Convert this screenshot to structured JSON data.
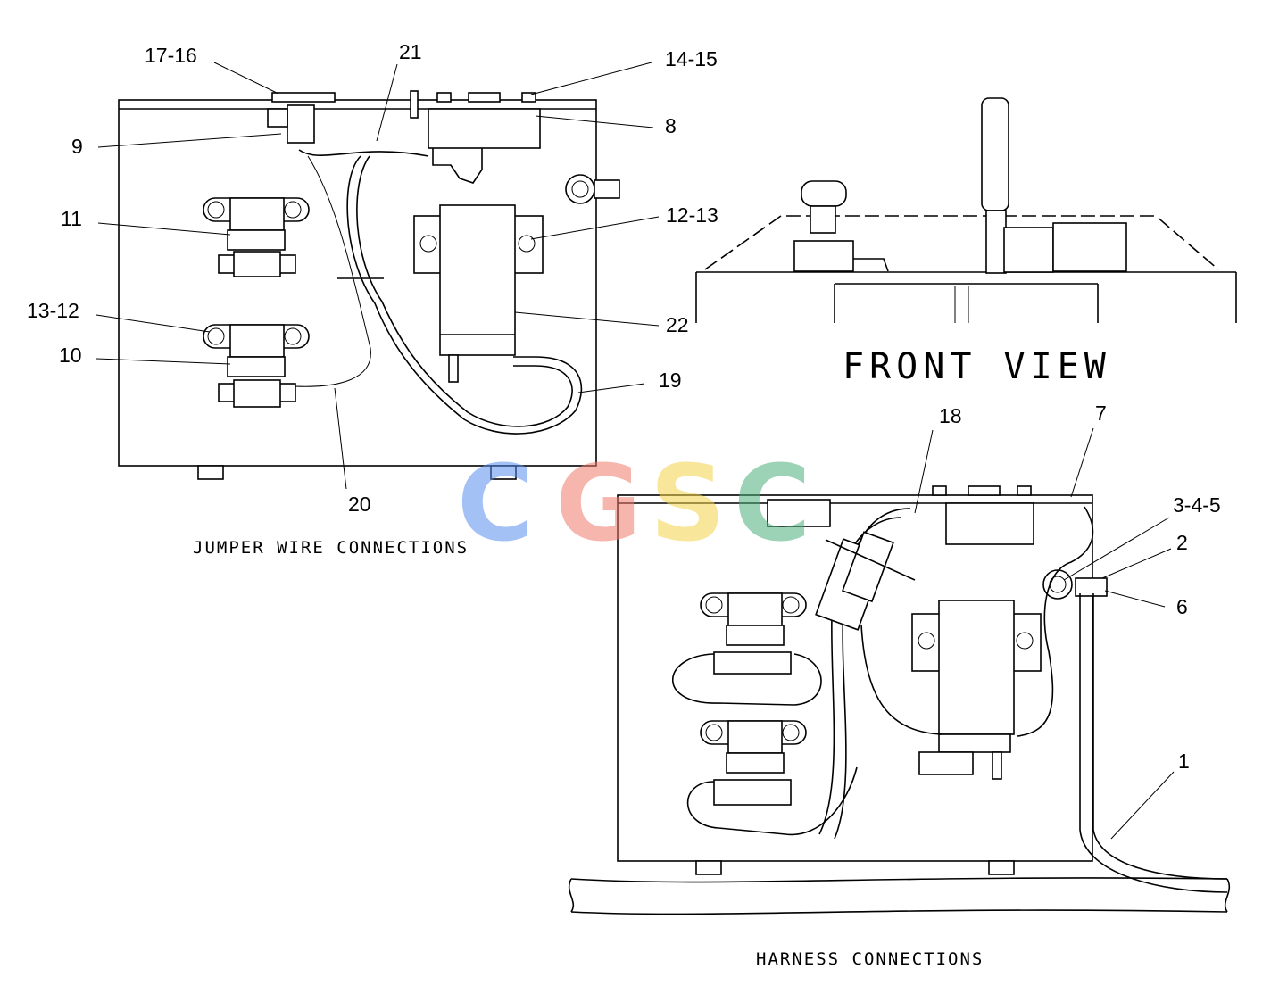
{
  "titles": {
    "jumper": "JUMPER WIRE CONNECTIONS",
    "front": "FRONT VIEW",
    "harness": "HARNESS CONNECTIONS"
  },
  "watermark": {
    "letters": [
      "C",
      "G",
      "S",
      "C"
    ],
    "colors": [
      "#5b8ff0",
      "#ef7b6d",
      "#f4d24a",
      "#4cae7a"
    ]
  },
  "callouts": {
    "c17_16": "17-16",
    "c21": "21",
    "c14_15": "14-15",
    "c9": "9",
    "c8": "8",
    "c11": "11",
    "c12_13": "12-13",
    "c13_12": "13-12",
    "c22": "22",
    "c10": "10",
    "c19": "19",
    "c20": "20",
    "c18": "18",
    "c7": "7",
    "c3_4_5": "3-4-5",
    "c2": "2",
    "c6": "6",
    "c1": "1"
  }
}
